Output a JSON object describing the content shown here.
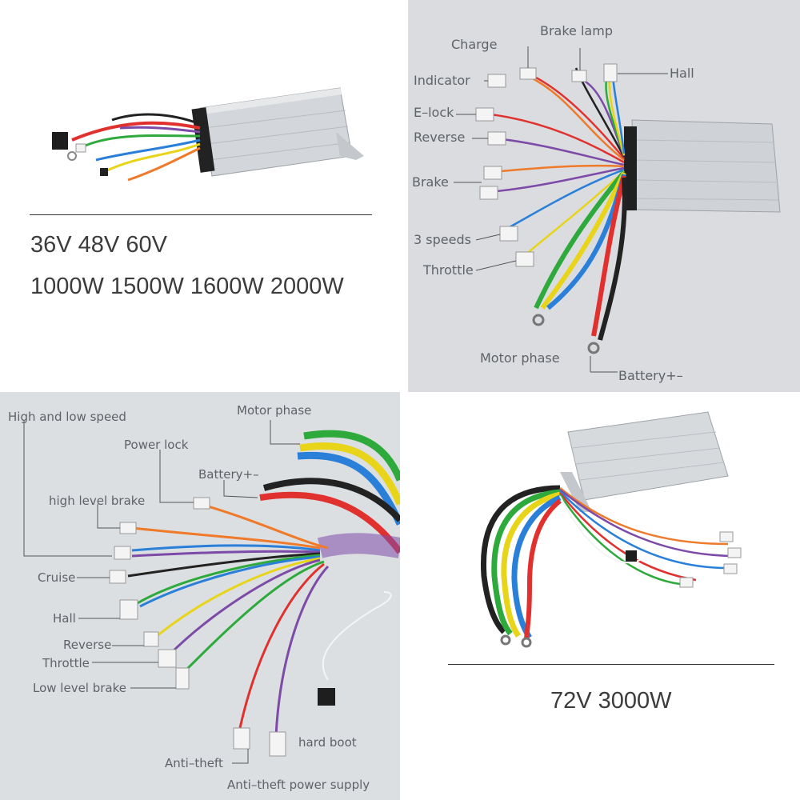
{
  "panel1": {
    "voltages": "36V 48V 60V",
    "powers": "1000W 1500W 1600W 2000W"
  },
  "panel2": {
    "labels": {
      "charge": "Charge",
      "brake_lamp": "Brake lamp",
      "hall": "Hall",
      "indicator": "Indicator",
      "e_lock": "E–lock",
      "reverse": "Reverse",
      "brake": "Brake",
      "three_speeds": "3 speeds",
      "throttle": "Throttle",
      "motor_phase": "Motor phase",
      "battery": "Battery+–"
    }
  },
  "panel3": {
    "labels": {
      "high_low_speed": "High and low speed",
      "motor_phase": "Motor phase",
      "power_lock": "Power lock",
      "battery": "Battery+–",
      "high_level_brake": "high level brake",
      "cruise": "Cruise",
      "hall": "Hall",
      "reverse": "Reverse",
      "throttle": "Throttle",
      "low_level_brake": "Low level brake",
      "hard_boot": "hard boot",
      "anti_theft": "Anti–theft",
      "anti_theft_power": "Anti–theft power supply"
    }
  },
  "panel4": {
    "spec": "72V 3000W"
  },
  "colors": {
    "housing": "#c9ccd0",
    "housing_dark": "#a4a8ad",
    "wire_red": "#e0312f",
    "wire_black": "#222222",
    "wire_green": "#2eaa3c",
    "wire_yellow": "#e8d418",
    "wire_blue": "#2a7fd8",
    "wire_orange": "#ef7a2a",
    "wire_purple": "#7d4aa8",
    "wire_white": "#f4f4f4"
  }
}
